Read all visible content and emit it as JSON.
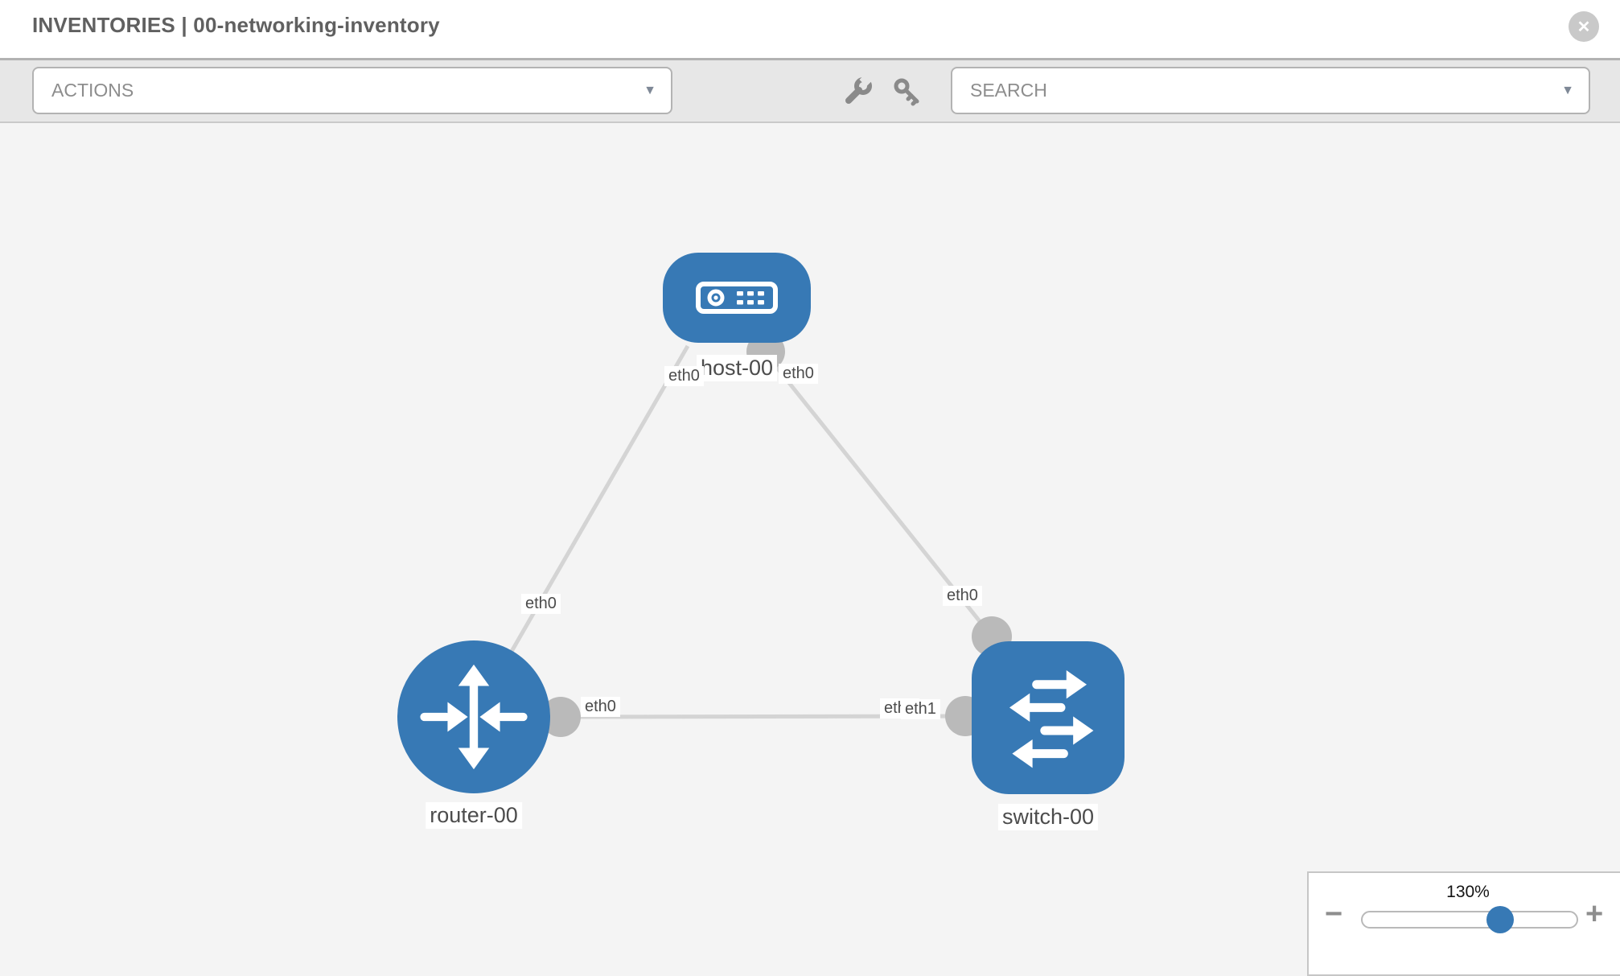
{
  "header": {
    "title": "INVENTORIES | 00-networking-inventory"
  },
  "toolbar": {
    "actions_label": "ACTIONS",
    "search_label": "SEARCH"
  },
  "icons": {
    "close": "✕",
    "caret_down": "▼",
    "minus": "−",
    "plus": "+",
    "wrench": "wrench-icon",
    "key": "key-icon"
  },
  "colors": {
    "node_blue": "#3779b5",
    "link_gray": "#d4d4d4",
    "connector_gray": "#bababa",
    "canvas_bg": "#f4f4f4",
    "toolbar_bg": "#e7e7e7"
  },
  "topology": {
    "nodes": [
      {
        "label": "host-00",
        "type": "host"
      },
      {
        "label": "router-00",
        "type": "router"
      },
      {
        "label": "switch-00",
        "type": "switch"
      }
    ],
    "links": [
      {
        "from": "host-00",
        "to": "router-00",
        "from_if": "eth0",
        "to_if": "eth0"
      },
      {
        "from": "host-00",
        "to": "switch-00",
        "from_if": "eth0",
        "to_if": "eth0"
      },
      {
        "from": "router-00",
        "to": "switch-00",
        "from_if": "eth0",
        "to_if": "eth1",
        "overlapped_if": "eth0"
      }
    ]
  },
  "zoom_control": {
    "level": "130%"
  }
}
